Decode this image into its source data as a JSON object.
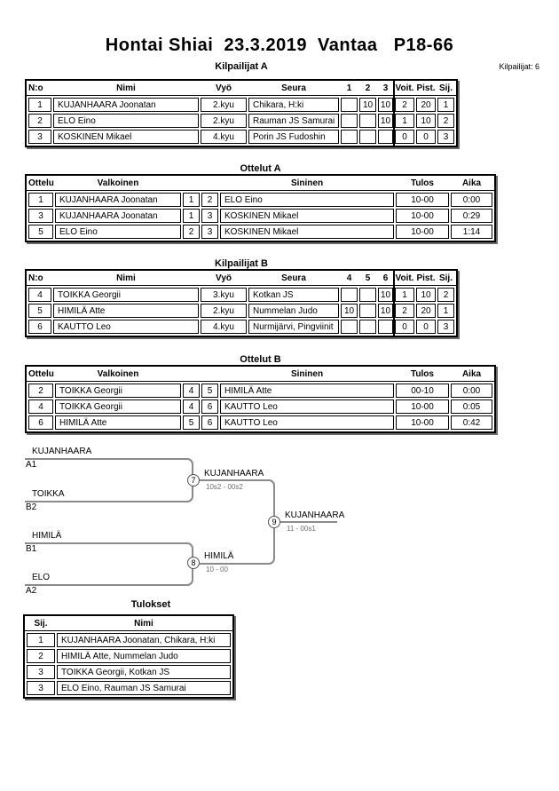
{
  "header": {
    "title": "Hontai Shiai  23.3.2019  Vantaa   P18-66",
    "competitors_label": "Kilpailijat: 6"
  },
  "pool_a": {
    "title": "Kilpailijat A",
    "columns": {
      "no": "N:o",
      "nimi": "Nimi",
      "vyo": "Vyö",
      "seura": "Seura",
      "c1": "1",
      "c2": "2",
      "c3": "3",
      "voit": "Voit.",
      "pist": "Pist.",
      "sij": "Sij."
    },
    "rows": [
      {
        "no": "1",
        "nimi": "KUJANHAARA Joonatan",
        "vyo": "2.kyu",
        "seura": "Chikara, H:ki",
        "c1": "",
        "c2": "10",
        "c3": "10",
        "voit": "2",
        "pist": "20",
        "sij": "1"
      },
      {
        "no": "2",
        "nimi": "ELO Eino",
        "vyo": "2.kyu",
        "seura": "Rauman JS Samurai",
        "c1": "",
        "c2": "",
        "c3": "10",
        "voit": "1",
        "pist": "10",
        "sij": "2"
      },
      {
        "no": "3",
        "nimi": "KOSKINEN Mikael",
        "vyo": "4.kyu",
        "seura": "Porin JS Fudoshin",
        "c1": "",
        "c2": "",
        "c3": "",
        "voit": "0",
        "pist": "0",
        "sij": "3"
      }
    ]
  },
  "matches_a": {
    "title": "Ottelut A",
    "columns": {
      "ottelu": "Ottelu",
      "valkoinen": "Valkoinen",
      "sininen": "Sininen",
      "tulos": "Tulos",
      "aika": "Aika"
    },
    "rows": [
      {
        "no": "1",
        "valkoinen": "KUJANHAARA Joonatan",
        "wn": "1",
        "bn": "2",
        "sininen": "ELO Eino",
        "tulos": "10-00",
        "aika": "0:00"
      },
      {
        "no": "3",
        "valkoinen": "KUJANHAARA Joonatan",
        "wn": "1",
        "bn": "3",
        "sininen": "KOSKINEN Mikael",
        "tulos": "10-00",
        "aika": "0:29"
      },
      {
        "no": "5",
        "valkoinen": "ELO Eino",
        "wn": "2",
        "bn": "3",
        "sininen": "KOSKINEN Mikael",
        "tulos": "10-00",
        "aika": "1:14"
      }
    ]
  },
  "pool_b": {
    "title": "Kilpailijat B",
    "columns": {
      "no": "N:o",
      "nimi": "Nimi",
      "vyo": "Vyö",
      "seura": "Seura",
      "c1": "4",
      "c2": "5",
      "c3": "6",
      "voit": "Voit.",
      "pist": "Pist.",
      "sij": "Sij."
    },
    "rows": [
      {
        "no": "4",
        "nimi": "TOIKKA Georgii",
        "vyo": "3.kyu",
        "seura": "Kotkan JS",
        "c1": "",
        "c2": "",
        "c3": "10",
        "voit": "1",
        "pist": "10",
        "sij": "2"
      },
      {
        "no": "5",
        "nimi": "HIMILÄ Atte",
        "vyo": "2.kyu",
        "seura": "Nummelan Judo",
        "c1": "10",
        "c2": "",
        "c3": "10",
        "voit": "2",
        "pist": "20",
        "sij": "1"
      },
      {
        "no": "6",
        "nimi": "KAUTTO Leo",
        "vyo": "4.kyu",
        "seura": "Nurmijärvi, Pingviinit",
        "c1": "",
        "c2": "",
        "c3": "",
        "voit": "0",
        "pist": "0",
        "sij": "3"
      }
    ]
  },
  "matches_b": {
    "title": "Ottelut B",
    "columns": {
      "ottelu": "Ottelu",
      "valkoinen": "Valkoinen",
      "sininen": "Sininen",
      "tulos": "Tulos",
      "aika": "Aika"
    },
    "rows": [
      {
        "no": "2",
        "valkoinen": "TOIKKA Georgii",
        "wn": "4",
        "bn": "5",
        "sininen": "HIMILÄ Atte",
        "tulos": "00-10",
        "aika": "0:00"
      },
      {
        "no": "4",
        "valkoinen": "TOIKKA Georgii",
        "wn": "4",
        "bn": "6",
        "sininen": "KAUTTO Leo",
        "tulos": "10-00",
        "aika": "0:05"
      },
      {
        "no": "6",
        "valkoinen": "HIMILÄ Atte",
        "wn": "5",
        "bn": "6",
        "sininen": "KAUTTO Leo",
        "tulos": "10-00",
        "aika": "0:42"
      }
    ]
  },
  "bracket": {
    "slots": [
      {
        "name": "KUJANHAARA",
        "seed": "A1"
      },
      {
        "name": "TOIKKA",
        "seed": "B2"
      },
      {
        "name": "HIMILÄ",
        "seed": "B1"
      },
      {
        "name": "ELO",
        "seed": "A2"
      }
    ],
    "matches": [
      {
        "number": "7",
        "winner": "KUJANHAARA",
        "score": "10s2 - 00s2"
      },
      {
        "number": "8",
        "winner": "HIMILÄ",
        "score": "10 - 00"
      },
      {
        "number": "9",
        "winner": "KUJANHAARA",
        "score": "11 - 00s1"
      }
    ]
  },
  "results": {
    "title": "Tulokset",
    "columns": {
      "sij": "Sij.",
      "nimi": "Nimi"
    },
    "rows": [
      {
        "sij": "1",
        "nimi": "KUJANHAARA Joonatan, Chikara, H:ki"
      },
      {
        "sij": "2",
        "nimi": "HIMILÄ Atte, Nummelan Judo"
      },
      {
        "sij": "3",
        "nimi": "TOIKKA Georgii, Kotkan JS"
      },
      {
        "sij": "3",
        "nimi": "ELO Eino, Rauman JS Samurai"
      }
    ]
  }
}
